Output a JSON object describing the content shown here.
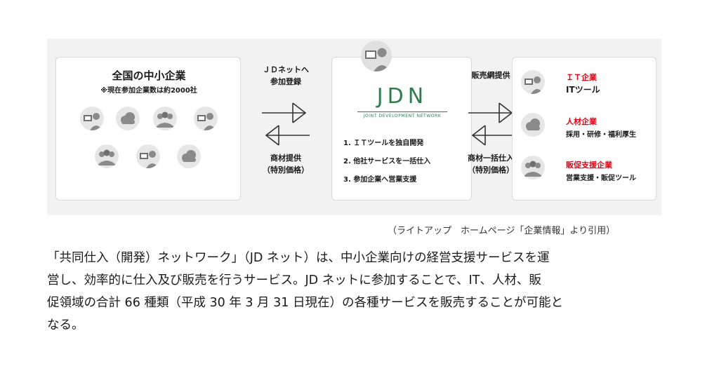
{
  "left": {
    "title": "全国の中小企業",
    "subtitle": "※現在参加企業数は約2000社"
  },
  "arrows_left": {
    "top_label_1": "ＪＤネットへ",
    "top_label_2": "参加登録",
    "bottom_label_1": "商材提供",
    "bottom_label_2": "（特別価格）"
  },
  "center": {
    "logo": "JDN",
    "logo_sub": "Joint Development Network",
    "items": [
      "1. ＩＴツールを独自開発",
      "2. 他社サービスを一括仕入",
      "3. 参加企業へ営業支援"
    ]
  },
  "arrows_right": {
    "top_label": "販売網提供",
    "bottom_label_1": "商材一括仕入",
    "bottom_label_2": "（特別価格）"
  },
  "right": {
    "items": [
      {
        "head": "ＩＴ企業",
        "sub": "ITツール"
      },
      {
        "head": "人材企業",
        "sub": "採用・研修・福利厚生"
      },
      {
        "head": "販促支援企業",
        "sub": "営業支援・販促ツール"
      }
    ]
  },
  "colors": {
    "accent_red": "#e60012",
    "jdn_green": "#2e7d4f",
    "icon_gray": "#8a8a8a"
  },
  "caption": "（ライトアップ　ホームページ「企業情報」より引用）",
  "paragraph": {
    "line1": "「共同仕入（開発）ネットワーク」（JD ネット）は、中小企業向けの経営支援サービスを運",
    "line2": "営し、効率的に仕入及び販売を行うサービス。JD ネットに参加することで、IT、人材、販",
    "line3": "促領域の合計 66 種類（平成 30 年 3 月 31 日現在）の各種サービスを販売することが可能と",
    "line4": "なる。"
  }
}
